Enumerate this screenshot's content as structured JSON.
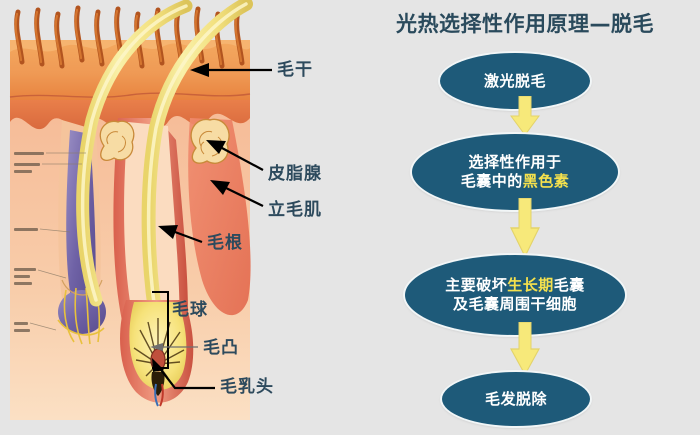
{
  "background_color": "#e5e5e5",
  "colors": {
    "node_fill": "#1e5a79",
    "node_text": "#ffffff",
    "highlight_text": "#f5e14d",
    "arrow_fill": "#f7e97a",
    "label_text": "#2d4a5d",
    "title_text": "#2a4a5c",
    "skin_surface": "#f0a05a",
    "dermis": "#f3b089",
    "hair_yellow": "#f5e79a",
    "follicle_pink": "#ee8d7a",
    "bulb_purple": "#7d6fae",
    "bulb_red": "#b5322c"
  },
  "flow": {
    "title": "光热选择性作用原理—脱毛",
    "nodes": [
      {
        "id": "node-laser",
        "lines": [
          {
            "text": "激光脱毛"
          }
        ]
      },
      {
        "id": "node-selective",
        "lines": [
          {
            "text": "选择性作用于"
          },
          {
            "text": "毛囊中的",
            "highlight": "黑色素"
          }
        ]
      },
      {
        "id": "node-destroy",
        "lines": [
          {
            "pre": "主要破坏",
            "highlight": "生长期",
            "post": "毛囊"
          },
          {
            "text": "及毛囊周围干细胞"
          }
        ]
      },
      {
        "id": "node-result",
        "lines": [
          {
            "text": "毛发脱除"
          }
        ]
      }
    ],
    "arrows": [
      {
        "id": "arrow-1",
        "direction": "down"
      },
      {
        "id": "arrow-2",
        "direction": "down"
      },
      {
        "id": "arrow-3",
        "direction": "down"
      }
    ]
  },
  "anatomy": {
    "labels": [
      {
        "id": "label-hair-shaft",
        "text": "毛干",
        "leader": "arrow-left"
      },
      {
        "id": "label-sebaceous-gland",
        "text": "皮脂腺",
        "leader": "arrow-diagonal"
      },
      {
        "id": "label-arrector-pili",
        "text": "立毛肌",
        "leader": "arrow-diagonal"
      },
      {
        "id": "label-hair-root",
        "text": "毛根",
        "leader": "arrow-diagonal"
      },
      {
        "id": "label-hair-bulb",
        "text": "毛球",
        "leader": "bracket"
      },
      {
        "id": "label-bulge",
        "text": "毛凸",
        "leader": "thin-line"
      },
      {
        "id": "label-dermal-papilla",
        "text": "毛乳头",
        "leader": "line"
      }
    ]
  }
}
